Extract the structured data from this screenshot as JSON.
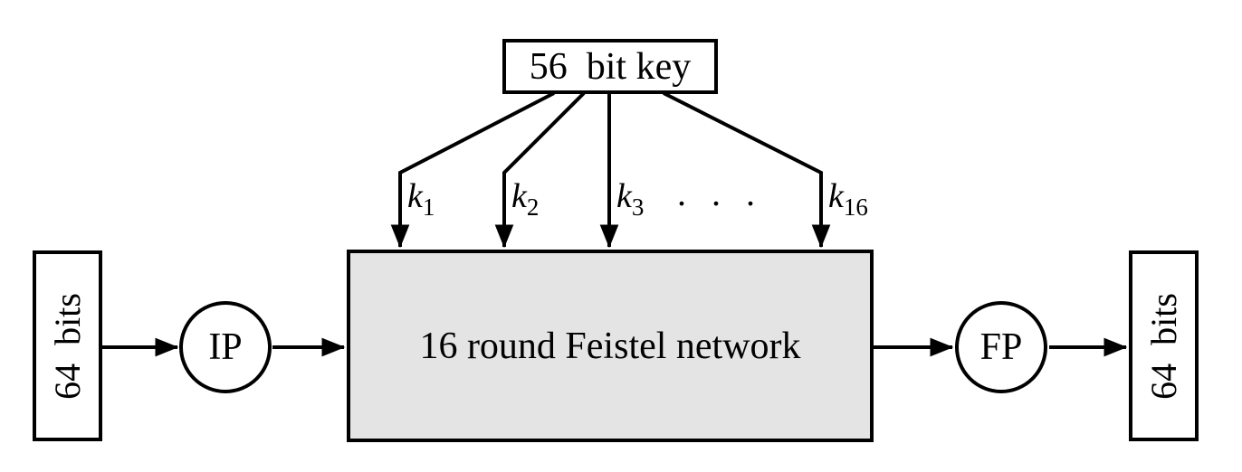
{
  "diagram": {
    "title_hint": "DES cipher overview",
    "key_box": {
      "label": "56  bit key"
    },
    "feistel_box": {
      "label": "16 round Feistel network",
      "fill": "#e4e4e4"
    },
    "input_box": {
      "label": "64  bits"
    },
    "output_box": {
      "label": "64  bits"
    },
    "ip_node": {
      "label": "IP"
    },
    "fp_node": {
      "label": "FP"
    },
    "round_keys": [
      {
        "main": "k",
        "sub": "1"
      },
      {
        "main": "k",
        "sub": "2"
      },
      {
        "main": "k",
        "sub": "3"
      },
      {
        "main": "k",
        "sub": "16"
      }
    ],
    "ellipsis": ". . .",
    "colors": {
      "stroke": "#000000",
      "background": "#ffffff"
    }
  }
}
